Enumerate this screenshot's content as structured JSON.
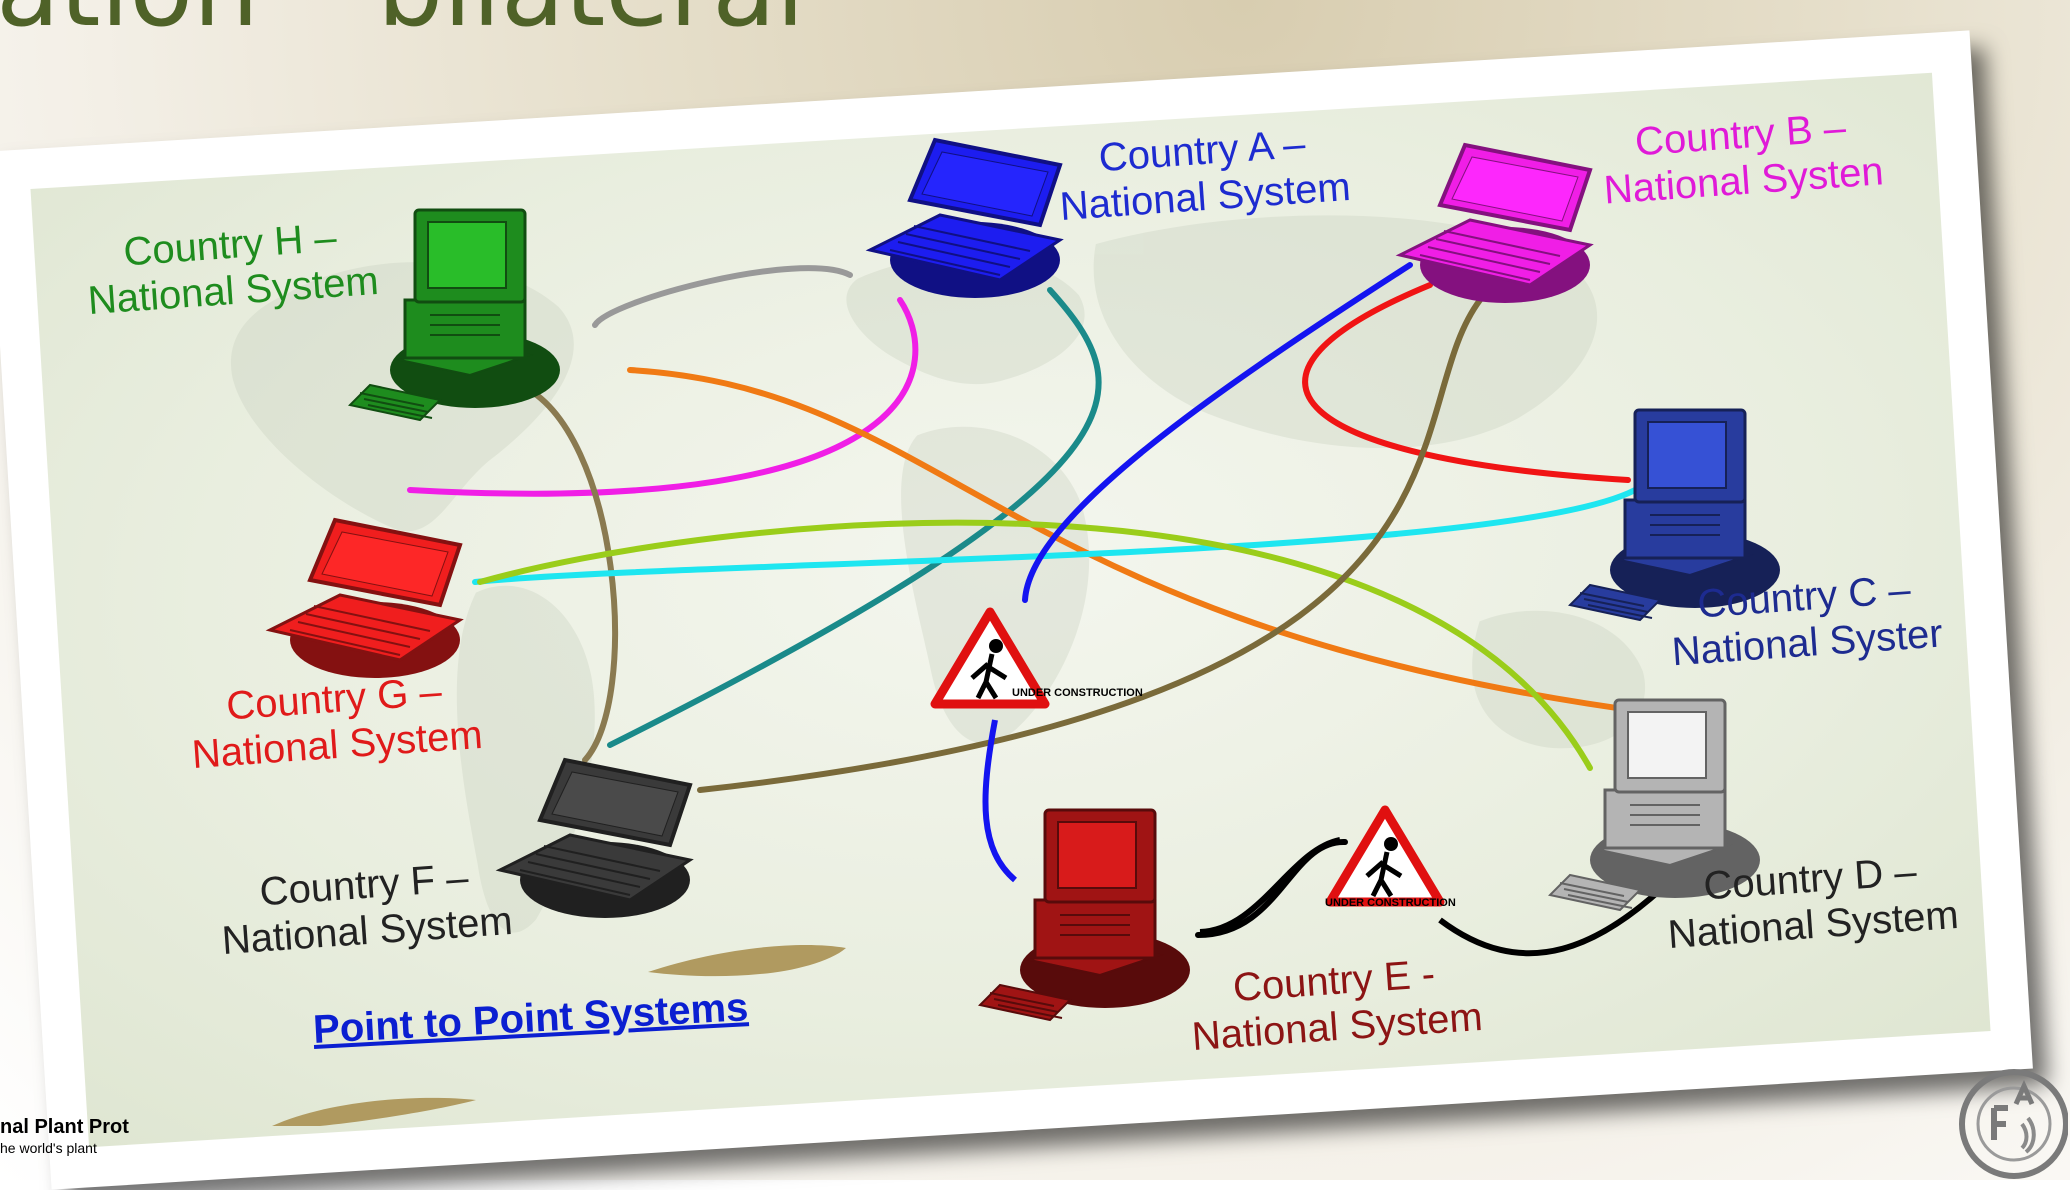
{
  "slide": {
    "title": "ation – bilateral",
    "footer_org": "nal Plant Prot",
    "footer_tagline": "he world's plant"
  },
  "diagram": {
    "caption": "Point to Point Systems",
    "under_construction": "UNDER CONSTRUCTION",
    "nodes": [
      {
        "id": "A",
        "device": "laptop",
        "color": "#1d1df0",
        "label_line1": "Country A –",
        "label_line2": "National System"
      },
      {
        "id": "B",
        "device": "laptop",
        "color": "#f01ee6",
        "label_line1": "Country B –",
        "label_line2": "National Systen"
      },
      {
        "id": "C",
        "device": "desktop",
        "color": "#283c9e",
        "label_line1": "Country C –",
        "label_line2": "National Syster"
      },
      {
        "id": "D",
        "device": "desktop",
        "color": "#b4b4b4",
        "label_line1": "Country D –",
        "label_line2": "National System"
      },
      {
        "id": "E",
        "device": "desktop",
        "color": "#a01414",
        "label_line1": "Country E -",
        "label_line2": "National System"
      },
      {
        "id": "F",
        "device": "laptop",
        "color": "#3a3a3a",
        "label_line1": "Country F –",
        "label_line2": "National System"
      },
      {
        "id": "G",
        "device": "laptop",
        "color": "#f01e1e",
        "label_line1": "Country G –",
        "label_line2": "National System"
      },
      {
        "id": "H",
        "device": "desktop",
        "color": "#1e8c1e",
        "label_line1": "Country H –",
        "label_line2": "National System"
      }
    ],
    "links": [
      {
        "from": "H",
        "to": "A",
        "color": "#999999"
      },
      {
        "from": "A",
        "to": "G",
        "color": "#f01ee6"
      },
      {
        "from": "A",
        "to": "F",
        "color": "#1a8a8a"
      },
      {
        "from": "H",
        "to": "D",
        "color": "#f07a14"
      },
      {
        "from": "H",
        "to": "F",
        "color": "#8a7a50"
      },
      {
        "from": "G",
        "to": "C",
        "color": "#1ee6f0"
      },
      {
        "from": "G",
        "to": "D",
        "color": "#9acd1a"
      },
      {
        "from": "B",
        "to": "E",
        "color": "#1414f0"
      },
      {
        "from": "B",
        "to": "C",
        "color": "#f01414"
      },
      {
        "from": "B",
        "to": "F",
        "color": "#7a6a3a"
      },
      {
        "from": "E",
        "to": "D",
        "color": "#000000"
      }
    ]
  }
}
